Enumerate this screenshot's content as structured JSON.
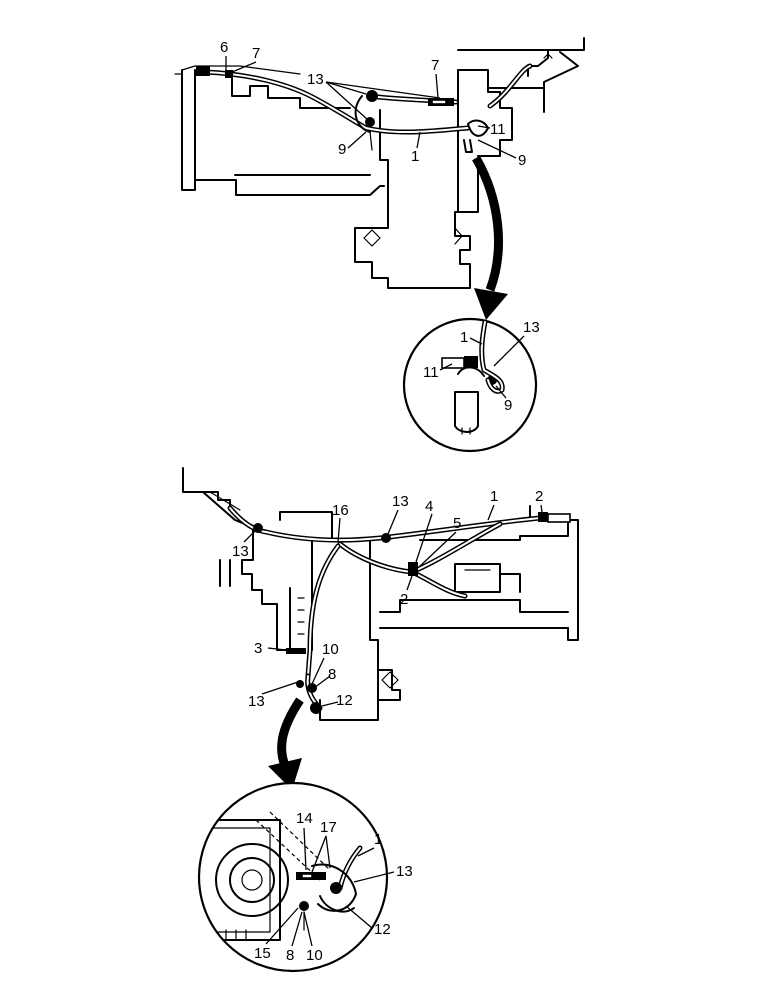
{
  "top_view": {
    "callouts": [
      "6",
      "7",
      "13",
      "7",
      "9",
      "1",
      "11",
      "9"
    ],
    "detail_callouts": [
      "1",
      "13",
      "11",
      "9"
    ]
  },
  "bottom_view": {
    "callouts": [
      "13",
      "16",
      "13",
      "4",
      "1",
      "2",
      "5",
      "2",
      "3",
      "10",
      "8",
      "13",
      "12"
    ],
    "detail_callouts": [
      "14",
      "17",
      "1",
      "13",
      "12",
      "15",
      "8",
      "10"
    ]
  }
}
